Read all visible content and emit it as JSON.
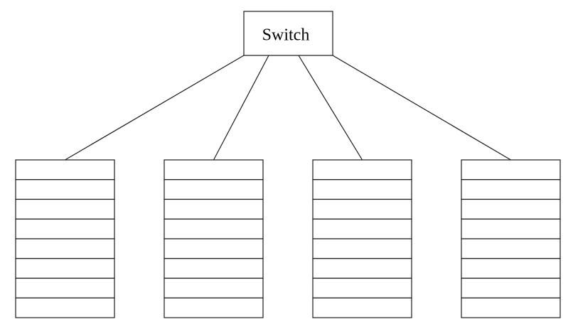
{
  "switch": {
    "label": "Switch"
  },
  "racks": [
    {
      "slot_count": 8
    },
    {
      "slot_count": 8
    },
    {
      "slot_count": 8
    },
    {
      "slot_count": 8
    }
  ],
  "colors": {
    "stroke": "#1a1a1a",
    "background": "#ffffff",
    "fill": "#ffffff"
  }
}
